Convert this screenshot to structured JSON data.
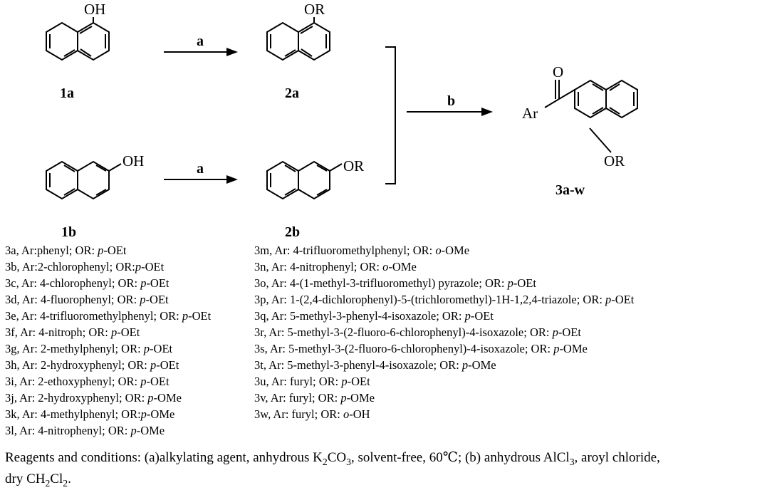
{
  "scheme": {
    "compounds": {
      "c1a": {
        "label": "1a",
        "substituent": "OH"
      },
      "c1b": {
        "label": "1b",
        "substituent": "OH"
      },
      "c2a": {
        "label": "2a",
        "substituent": "OR"
      },
      "c2b": {
        "label": "2b",
        "substituent": "OR"
      },
      "c3": {
        "label": "3a-w",
        "carbonyl_o": "O",
        "aryl": "Ar",
        "substituent": "OR"
      }
    },
    "arrows": {
      "step_a": "a",
      "step_b": "b"
    }
  },
  "list_left": [
    {
      "pre": "3a, Ar:phenyl; OR: ",
      "it": "p",
      "post": "-OEt"
    },
    {
      "pre": "3b, Ar:2-chlorophenyl; OR:",
      "it": "p",
      "post": "-OEt"
    },
    {
      "pre": "3c, Ar: 4-chlorophenyl; OR: ",
      "it": "p",
      "post": "-OEt"
    },
    {
      "pre": "3d, Ar: 4-fluorophenyl; OR: ",
      "it": "p",
      "post": "-OEt"
    },
    {
      "pre": "3e, Ar: 4-trifluoromethylphenyl; OR: ",
      "it": "p",
      "post": "-OEt"
    },
    {
      "pre": "3f, Ar: 4-nitroph; OR: ",
      "it": "p",
      "post": "-OEt"
    },
    {
      "pre": "3g, Ar: 2-methylphenyl; OR: ",
      "it": "p",
      "post": "-OEt"
    },
    {
      "pre": "3h, Ar: 2-hydroxyphenyl; OR: ",
      "it": "p",
      "post": "-OEt"
    },
    {
      "pre": "3i, Ar: 2-ethoxyphenyl; OR: ",
      "it": "p",
      "post": "-OEt"
    },
    {
      "pre": "3j, Ar: 2-hydroxyphenyl; OR: ",
      "it": "p",
      "post": "-OMe"
    },
    {
      "pre": "3k, Ar: 4-methylphenyl; OR:",
      "it": "p",
      "post": "-OMe"
    },
    {
      "pre": "3l, Ar: 4-nitrophenyl; OR: ",
      "it": "p",
      "post": "-OMe"
    }
  ],
  "list_right": [
    {
      "pre": "3m, Ar: 4-trifluoromethylphenyl; OR: ",
      "it": "o",
      "post": "-OMe"
    },
    {
      "pre": "3n, Ar: 4-nitrophenyl; OR: ",
      "it": "o",
      "post": "-OMe"
    },
    {
      "pre": "3o, Ar: 4-(1-methyl-3-trifluoromethyl) pyrazole; OR: ",
      "it": "p",
      "post": "-OEt"
    },
    {
      "pre": "3p, Ar: 1-(2,4-dichlorophenyl)-5-(trichloromethyl)-1H-1,2,4-triazole; OR: ",
      "it": "p",
      "post": "-OEt"
    },
    {
      "pre": "3q, Ar: 5-methyl-3-phenyl-4-isoxazole; OR: ",
      "it": "p",
      "post": "-OEt"
    },
    {
      "pre": "3r, Ar: 5-methyl-3-(2-fluoro-6-chlorophenyl)-4-isoxazole; OR: ",
      "it": "p",
      "post": "-OEt"
    },
    {
      "pre": "3s, Ar: 5-methyl-3-(2-fluoro-6-chlorophenyl)-4-isoxazole; OR: ",
      "it": "p",
      "post": "-OMe"
    },
    {
      "pre": "3t, Ar: 5-methyl-3-phenyl-4-isoxazole; OR: ",
      "it": "p",
      "post": "-OMe"
    },
    {
      "pre": "3u, Ar: furyl; OR: ",
      "it": "p",
      "post": "-OEt"
    },
    {
      "pre": "3v, Ar: furyl; OR: ",
      "it": "p",
      "post": "-OMe"
    },
    {
      "pre": "3w, Ar: furyl; OR: ",
      "it": "o",
      "post": "-OH"
    }
  ],
  "caption": {
    "l1_a": "Reagents and conditions: (a)alkylating agent, anhydrous K",
    "l1_sub1": "2",
    "l1_b": "CO",
    "l1_sub2": "3",
    "l1_c": ", solvent-free, 60℃; (b) anhydrous AlCl",
    "l1_sub3": "3",
    "l1_d": ", aroyl chloride,",
    "l2_a": "dry CH",
    "l2_sub1": "2",
    "l2_b": "Cl",
    "l2_sub2": "2",
    "l2_c": "."
  }
}
